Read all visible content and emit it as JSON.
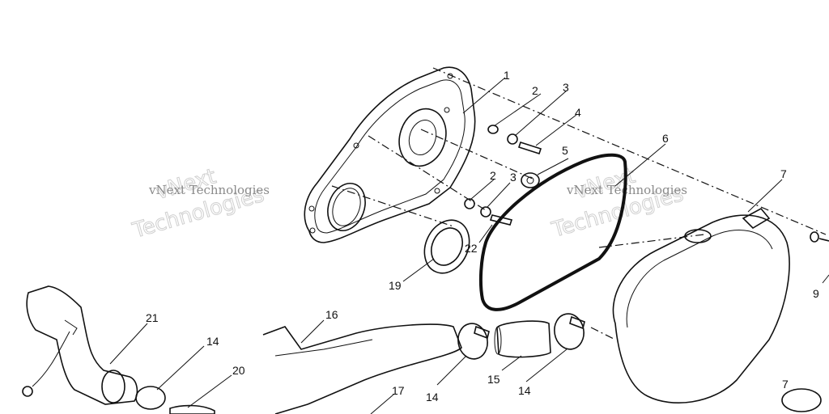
{
  "callouts": [
    {
      "id": "c1",
      "text": "1"
    },
    {
      "id": "c2a",
      "text": "2"
    },
    {
      "id": "c3a",
      "text": "3"
    },
    {
      "id": "c4",
      "text": "4"
    },
    {
      "id": "c5",
      "text": "5"
    },
    {
      "id": "c6",
      "text": "6"
    },
    {
      "id": "c7a",
      "text": "7"
    },
    {
      "id": "c2b",
      "text": "2"
    },
    {
      "id": "c3b",
      "text": "3"
    },
    {
      "id": "c22",
      "text": "22"
    },
    {
      "id": "c19",
      "text": "19"
    },
    {
      "id": "c21",
      "text": "21"
    },
    {
      "id": "c14a",
      "text": "14"
    },
    {
      "id": "c16",
      "text": "16"
    },
    {
      "id": "c20",
      "text": "20"
    },
    {
      "id": "c17",
      "text": "17"
    },
    {
      "id": "c14b",
      "text": "14"
    },
    {
      "id": "c15",
      "text": "15"
    },
    {
      "id": "c14c",
      "text": "14"
    },
    {
      "id": "c9",
      "text": "9"
    },
    {
      "id": "c7b",
      "text": "7"
    }
  ],
  "watermarks": [
    {
      "id": "w1",
      "text": "vNext Technologies"
    },
    {
      "id": "w2",
      "text": "vNext Technologies"
    }
  ],
  "watermark_big": [
    {
      "id": "wb1a",
      "text": "vNext"
    },
    {
      "id": "wb1b",
      "text": "Technologies"
    },
    {
      "id": "wb2a",
      "text": "vNext"
    },
    {
      "id": "wb2b",
      "text": "Technologies"
    }
  ]
}
